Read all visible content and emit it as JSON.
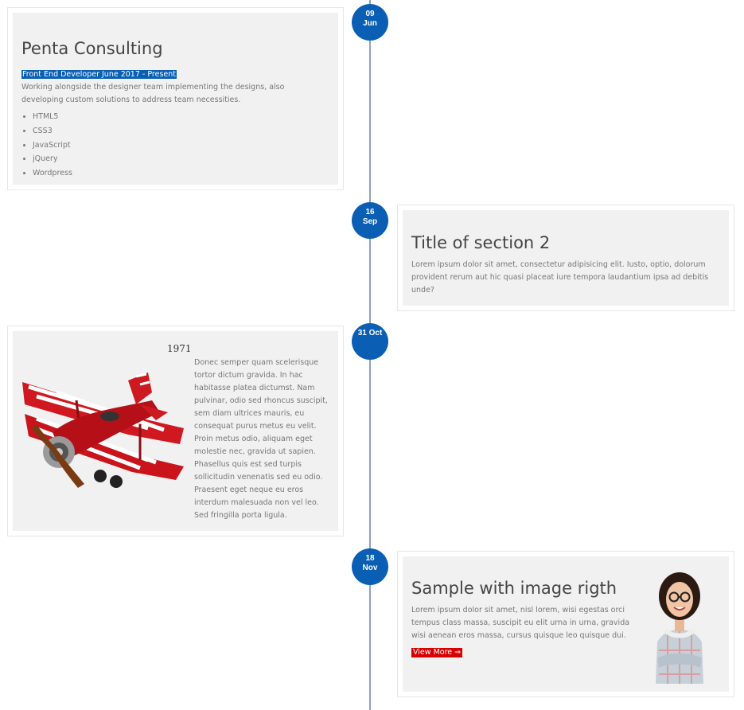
{
  "timeline": [
    {
      "date": [
        "09",
        "Jun"
      ],
      "title": "Penta Consulting",
      "highlight": "Front End Developer June 2017 - Present",
      "description": "Working alongside the designer team implementing the designs, also developing custom solutions to address team necessities.",
      "skills": [
        "HTML5",
        "CSS3",
        "JavaScript",
        "jQuery",
        "Wordpress"
      ]
    },
    {
      "date": [
        "16",
        "Sep"
      ],
      "title": "Title of section 2",
      "description": "Lorem ipsum dolor sit amet, consectetur adipisicing elit. Iusto, optio, dolorum provident rerum aut hic quasi placeat iure tempora laudantium ipsa ad debitis unde?"
    },
    {
      "date": [
        "31 Oct"
      ],
      "year": "1971",
      "description": "Donec semper quam scelerisque tortor dictum gravida. In hac habitasse platea dictumst. Nam pulvinar, odio sed rhoncus suscipit, sem diam ultrices mauris, eu consequat purus metus eu velit. Proin metus odio, aliquam eget molestie nec, gravida ut sapien. Phasellus quis est sed turpis sollicitudin venenatis sed eu odio. Praesent eget neque eu eros interdum malesuada non vel leo. Sed fringilla porta ligula."
    },
    {
      "date": [
        "18",
        "Nov"
      ],
      "title": "Sample with image rigth",
      "description": "Lorem ipsum dolor sit amet, nisl lorem, wisi egestas orci tempus class massa, suscipit eu elit urna in urna, gravida wisi aenean eros massa, cursus quisque leo quisque dui.",
      "link": "View More ⇒"
    }
  ],
  "colors": {
    "accent": "#0a5fb4",
    "link_bg": "#d60000",
    "card_bg": "#f1f1f1"
  }
}
